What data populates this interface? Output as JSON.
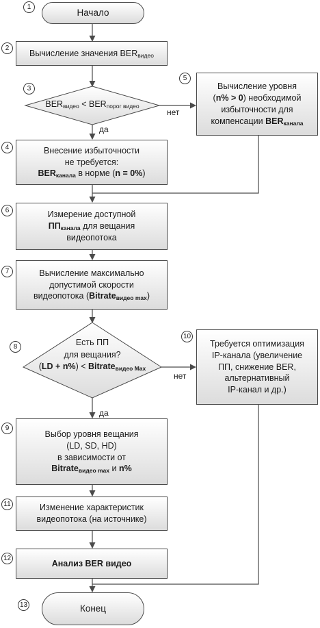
{
  "diagram": {
    "nodes": {
      "n1": {
        "num": "1",
        "text": "Начало"
      },
      "n2": {
        "num": "2",
        "text_a": "Вычисление значения BER",
        "sub_a": "видео"
      },
      "n3": {
        "num": "3",
        "text_a": "BER",
        "sub_a": "видео",
        "text_b": " < BER",
        "sub_b": "порог видео"
      },
      "n4": {
        "num": "4",
        "line1": "Внесение избыточности",
        "line2": "не требуется:",
        "ber": "BER",
        "ber_sub": "канала",
        "mid": " в норме (",
        "n0": "n = 0%",
        "close": ")"
      },
      "n5": {
        "num": "5",
        "line1": "Вычисление уровня",
        "paren_open": "(",
        "cond": "n% > 0",
        "paren_close_rest": ") необходимой",
        "line3": "избыточности для",
        "line4": "компенсации ",
        "ber": "BER",
        "ber_sub": "канала"
      },
      "n6": {
        "num": "6",
        "line1": "Измерение доступной",
        "pp": "ПП",
        "pp_sub": "канала",
        "line2_rest": " для вещания",
        "line3": "видеопотока"
      },
      "n7": {
        "num": "7",
        "line1": "Вычисление максимально",
        "line2": "допустимой скорости",
        "line3": "видеопотока (",
        "bitrate": "Bitrate",
        "bitrate_sub": "видео max",
        "close": ")"
      },
      "n8": {
        "num": "8",
        "line1": "Есть ПП",
        "line2": "для вещания?",
        "open": "(",
        "ldn": "LD + n%",
        "mid": ") < ",
        "bitrate": "Bitrate",
        "bitrate_sub": "видео Max"
      },
      "n9": {
        "num": "9",
        "line1": "Выбор уровня вещания",
        "line2": "(LD, SD, HD)",
        "line3": "в зависимости от",
        "bitrate": "Bitrate",
        "bitrate_sub": "видео max",
        "and": " и ",
        "n": "n%"
      },
      "n10": {
        "num": "10",
        "line1": "Требуется оптимизация",
        "line2": "IP-канала (увеличение",
        "line3": "ПП, снижение BER,",
        "line4": "альтернативный",
        "line5": "IP-канал и др.)"
      },
      "n11": {
        "num": "11",
        "line1": "Изменение характеристик",
        "line2": "видеопотока (на источнике)"
      },
      "n12": {
        "num": "12",
        "text": "Анализ BER видео"
      },
      "n13": {
        "num": "13",
        "text": "Конец"
      }
    },
    "labels": {
      "yes": "да",
      "no": "нет"
    }
  }
}
